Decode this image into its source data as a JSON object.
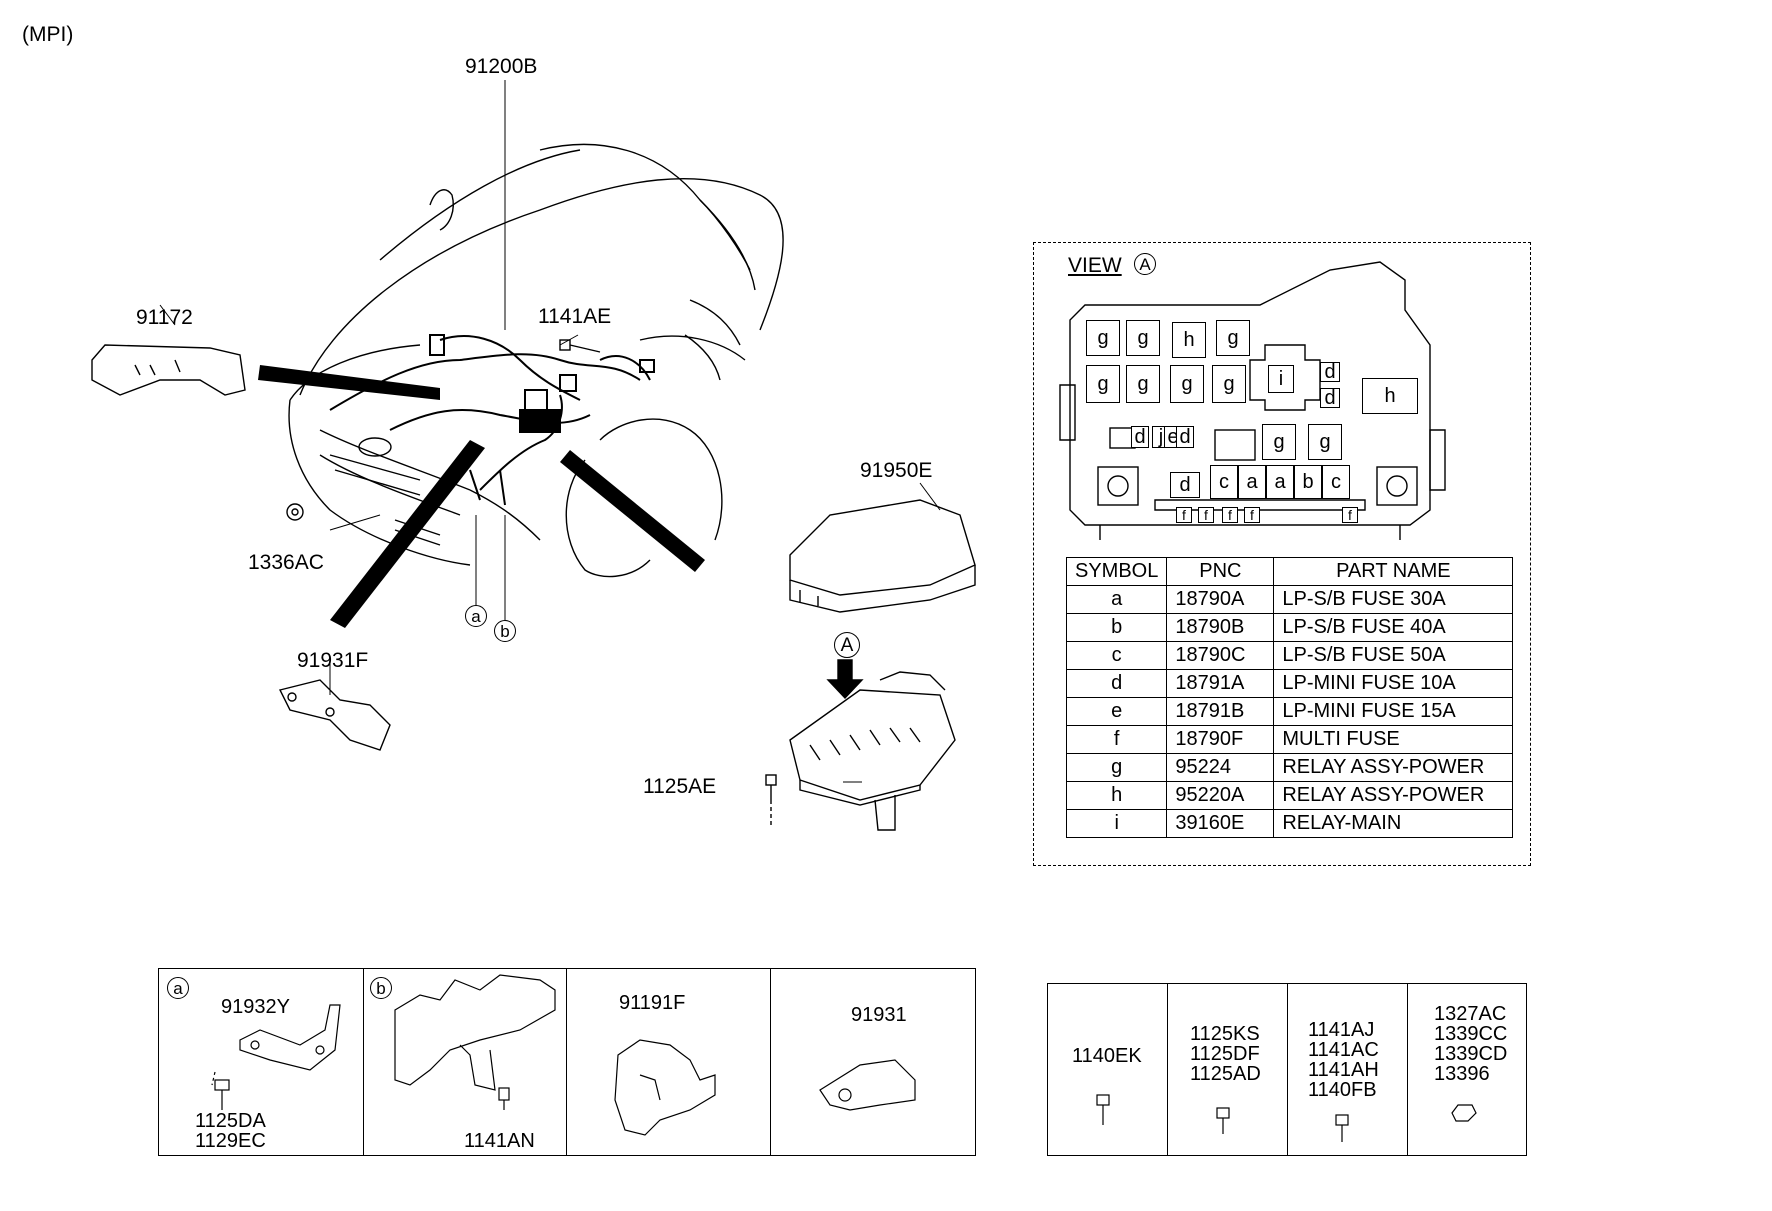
{
  "header": {
    "variant": "(MPI)"
  },
  "callouts": {
    "harness": "91200B",
    "rail": "91172",
    "bolt_top": "1141AE",
    "nut": "1336AC",
    "bracket": "91931F",
    "cover": "91950E",
    "screw": "1125AE",
    "view_marker": "A",
    "detail_a": "a",
    "detail_b": "b"
  },
  "view": {
    "title": "VIEW",
    "marker": "A",
    "cells": [
      "g",
      "g",
      "h",
      "g",
      "g",
      "g",
      "g",
      "g",
      "i",
      "d",
      "d",
      "h",
      "d",
      "j",
      "e",
      "d",
      "g",
      "g",
      "d",
      "c",
      "a",
      "a",
      "b",
      "c",
      "f",
      "f",
      "f",
      "f",
      "f"
    ]
  },
  "legend": {
    "headers": [
      "SYMBOL",
      "PNC",
      "PART NAME"
    ],
    "rows": [
      {
        "symbol": "a",
        "pnc": "18790A",
        "name": "LP-S/B FUSE 30A"
      },
      {
        "symbol": "b",
        "pnc": "18790B",
        "name": "LP-S/B FUSE 40A"
      },
      {
        "symbol": "c",
        "pnc": "18790C",
        "name": "LP-S/B FUSE 50A"
      },
      {
        "symbol": "d",
        "pnc": "18791A",
        "name": "LP-MINI FUSE 10A"
      },
      {
        "symbol": "e",
        "pnc": "18791B",
        "name": "LP-MINI FUSE 15A"
      },
      {
        "symbol": "f",
        "pnc": "18790F",
        "name": "MULTI FUSE"
      },
      {
        "symbol": "g",
        "pnc": "95224",
        "name": "RELAY ASSY-POWER"
      },
      {
        "symbol": "h",
        "pnc": "95220A",
        "name": "RELAY ASSY-POWER"
      },
      {
        "symbol": "i",
        "pnc": "39160E",
        "name": "RELAY-MAIN"
      }
    ]
  },
  "detail_panel": {
    "cells": [
      {
        "marker": "a",
        "parts": [
          "91932Y"
        ],
        "parts2": [
          "1125DA",
          "1129EC"
        ]
      },
      {
        "marker": "b",
        "parts": [
          "1141AN"
        ]
      },
      {
        "parts": [
          "91191F"
        ]
      },
      {
        "parts": [
          "91931"
        ]
      }
    ]
  },
  "fastener_panel": {
    "cells": [
      {
        "parts": [
          "1140EK"
        ]
      },
      {
        "parts": [
          "1125KS",
          "1125DF",
          "1125AD"
        ]
      },
      {
        "parts": [
          "1141AJ",
          "1141AC",
          "1141AH",
          "1140FB"
        ]
      },
      {
        "parts": [
          "1327AC",
          "1339CC",
          "1339CD",
          "13396"
        ]
      }
    ]
  }
}
